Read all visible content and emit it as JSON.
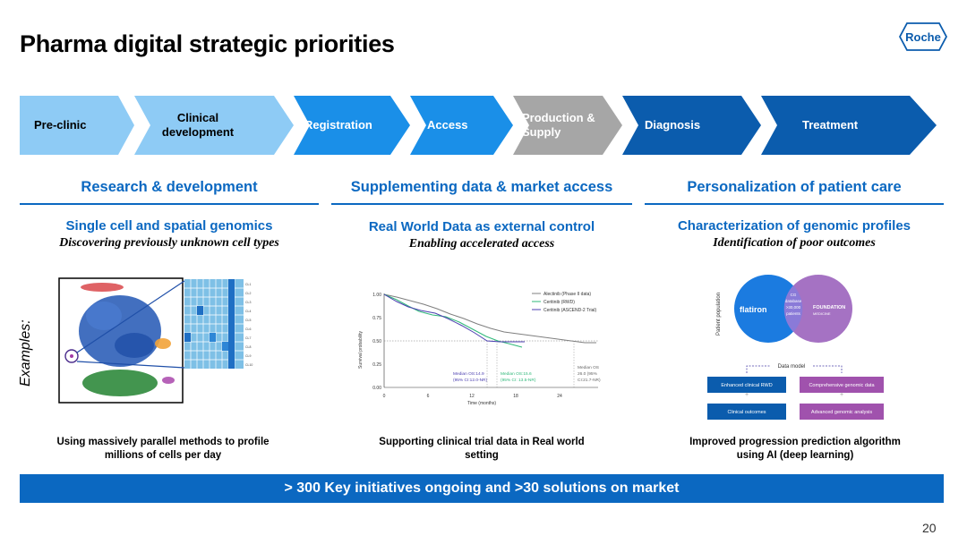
{
  "title": "Pharma digital strategic priorities",
  "logo": "Roche",
  "pipeline": [
    {
      "label": "Pre-clinic",
      "color": "#8ecbf5"
    },
    {
      "label": "Clinical development",
      "color": "#8ecbf5"
    },
    {
      "label": "Registration",
      "color": "#1a8fe8"
    },
    {
      "label": "Access",
      "color": "#1a8fe8"
    },
    {
      "label": "Production & Supply",
      "color": "#a6a6a6"
    },
    {
      "label": "Diagnosis",
      "color": "#0b5cad"
    },
    {
      "label": "Treatment",
      "color": "#0b5cad"
    }
  ],
  "examples_label": "Examples:",
  "columns": [
    {
      "header": "Research & development",
      "subtitle": "Single cell and spatial genomics",
      "italic": "Discovering previously unknown cell types",
      "caption_line1": "Using massively parallel methods to profile",
      "caption_line2": "millions of cells per day"
    },
    {
      "header": "Supplementing data & market access",
      "subtitle": "Real World Data as external control",
      "italic": "Enabling accelerated access",
      "caption_line1": "Supporting clinical trial data in Real world",
      "caption_line2": "setting"
    },
    {
      "header": "Personalization of patient care",
      "subtitle": "Characterization of genomic profiles",
      "italic": "Identification of  poor outcomes",
      "caption_line1": "Improved progression prediction algorithm",
      "caption_line2": "using AI (deep learning)"
    }
  ],
  "km_chart": {
    "ylabel": "Survival probability",
    "xlabel": "Time (months)",
    "yticks": [
      "1.00",
      "0.75",
      "0.50",
      "0.25",
      "0.00"
    ],
    "xticks": [
      "0",
      "6",
      "12",
      "18",
      "24"
    ],
    "legend": [
      "Alectinib (Phase II data)",
      "Ceritinib (RWD)",
      "Ceritinib (ASCEND-2 Trial)"
    ],
    "ann_purple": [
      "Median OS:14.9",
      "(95% CI:12.0-NR)"
    ],
    "ann_green": [
      "Median OS:15.6",
      "(95% CI: 13.5-NR)"
    ],
    "ann_grey": [
      "Median OS",
      "26.0 (95%",
      "CI:21.7-NR)"
    ]
  },
  "venn": {
    "ylabel": "Patient population",
    "left": "flatiron",
    "right_line1": "FOUNDATION",
    "right_line2": "MEDICINE",
    "center": [
      "CG",
      "database",
      ">30,000",
      "patients"
    ],
    "data_model": "Data model",
    "boxes": [
      "Enhanced clinical RWD",
      "Comprehensive genomic data",
      "Clinical outcomes",
      "Advanced genomic analysis"
    ]
  },
  "banner": "> 300 Key initiatives ongoing and >30 solutions on market",
  "page_number": "20"
}
